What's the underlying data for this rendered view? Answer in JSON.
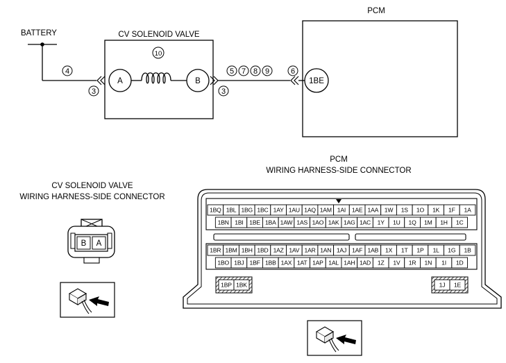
{
  "diagram": {
    "pcm_title": "PCM",
    "battery_label": "BATTERY",
    "valve_title": "CV SOLENOID VALVE",
    "terminal_a": "A",
    "terminal_b": "B",
    "pcm_terminal": "1BE",
    "step_4": "4",
    "step_3_left": "3",
    "step_3_right": "3",
    "step_5": "5",
    "step_7": "7",
    "step_8": "8",
    "step_9": "9",
    "step_6": "6",
    "step_10": "10"
  },
  "cv_connector": {
    "title_line1": "CV SOLENOID VALVE",
    "title_line2": "WIRING HARNESS-SIDE CONNECTOR",
    "pin_b": "B",
    "pin_a": "A"
  },
  "pcm_connector": {
    "title_line1": "PCM",
    "title_line2": "WIRING HARNESS-SIDE CONNECTOR",
    "upper_row1": [
      "1BQ",
      "1BL",
      "1BG",
      "1BC",
      "1AY",
      "1AU",
      "1AQ",
      "1AM",
      "1AI",
      "1AE",
      "1AA",
      "1W",
      "1S",
      "1O",
      "1K",
      "1F",
      "1A"
    ],
    "upper_row2": [
      "1BN",
      "1BI",
      "1BE",
      "1BA",
      "1AW",
      "1AS",
      "1AO",
      "1AK",
      "1AG",
      "1AC",
      "1Y",
      "1U",
      "1Q",
      "1M",
      "1H",
      "1C"
    ],
    "lower_row1": [
      "1BR",
      "1BM",
      "1BH",
      "1BD",
      "1AZ",
      "1AV",
      "1AR",
      "1AN",
      "1AJ",
      "1AF",
      "1AB",
      "1X",
      "1T",
      "1P",
      "1L",
      "1G",
      "1B"
    ],
    "lower_row2": [
      "1BO",
      "1BJ",
      "1BF",
      "1BB",
      "1AX",
      "1AT",
      "1AP",
      "1AL",
      "1AH",
      "1AD",
      "1Z",
      "1V",
      "1R",
      "1N",
      "1I",
      "1D"
    ],
    "left_pins": [
      "1BP",
      "1BK"
    ],
    "right_pins": [
      "1J",
      "1E"
    ]
  }
}
